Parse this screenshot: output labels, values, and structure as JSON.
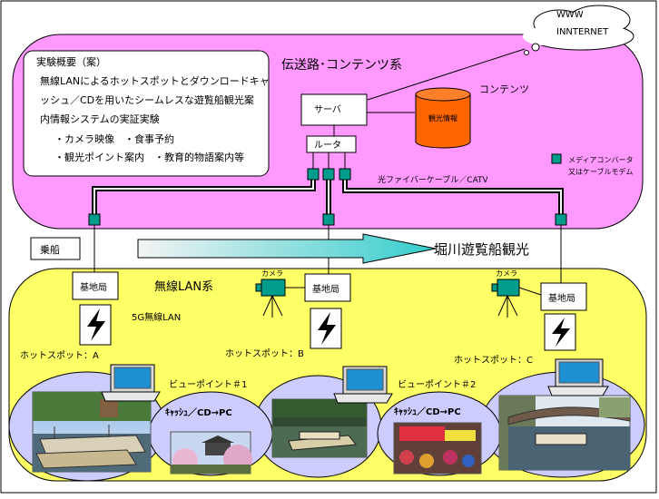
{
  "cloud": {
    "line1": "WWW",
    "line2": "INNTERNET"
  },
  "overview": {
    "title": "実験概要（案）",
    "lines": [
      "無線LANによるホットスポットとダウンロードキャ",
      "ッシュ／CDを用いたシームレスな遊覧船観光案",
      "内情報システムの実証実験"
    ],
    "item1": "・カメラ映像　・食事予約",
    "item2": "・観光ポイント案内　・教育的物語案内等"
  },
  "upper_zone": {
    "label": "伝送路･コンテンツ系"
  },
  "server": {
    "label": "サーバ"
  },
  "router": {
    "label": "ルータ"
  },
  "contents": {
    "label": "コンテンツ",
    "db_label": "観光情報"
  },
  "legend": {
    "line1": "メディアコンバータ",
    "line2": "又はケーブルモデム",
    "color": "#009c8c"
  },
  "fiber": {
    "label": "光ファイバーケーブル／CATV"
  },
  "boarding": {
    "label": "乗船"
  },
  "route": {
    "label": "堀川遊覧船観光"
  },
  "lower_zone": {
    "label": "無線LAN系",
    "wireless": "5G無線LAN"
  },
  "base_stations": {
    "label": "基地局"
  },
  "cameras": {
    "label": "カメラ"
  },
  "hotspots": [
    "ホットスポット：A",
    "ホットスポット：B",
    "ホットスポット：C"
  ],
  "viewpoints": [
    "ビューポイント＃1",
    "ビューポイント＃2"
  ],
  "cache": {
    "label": "ｷｬｯｼｭ／CD→PC"
  },
  "colors": {
    "upper_zone": "#ff99ff",
    "lower_zone": "#ffff66",
    "hotspot": "#ccccff",
    "db": "#ff6600",
    "converter": "#009c8c"
  }
}
